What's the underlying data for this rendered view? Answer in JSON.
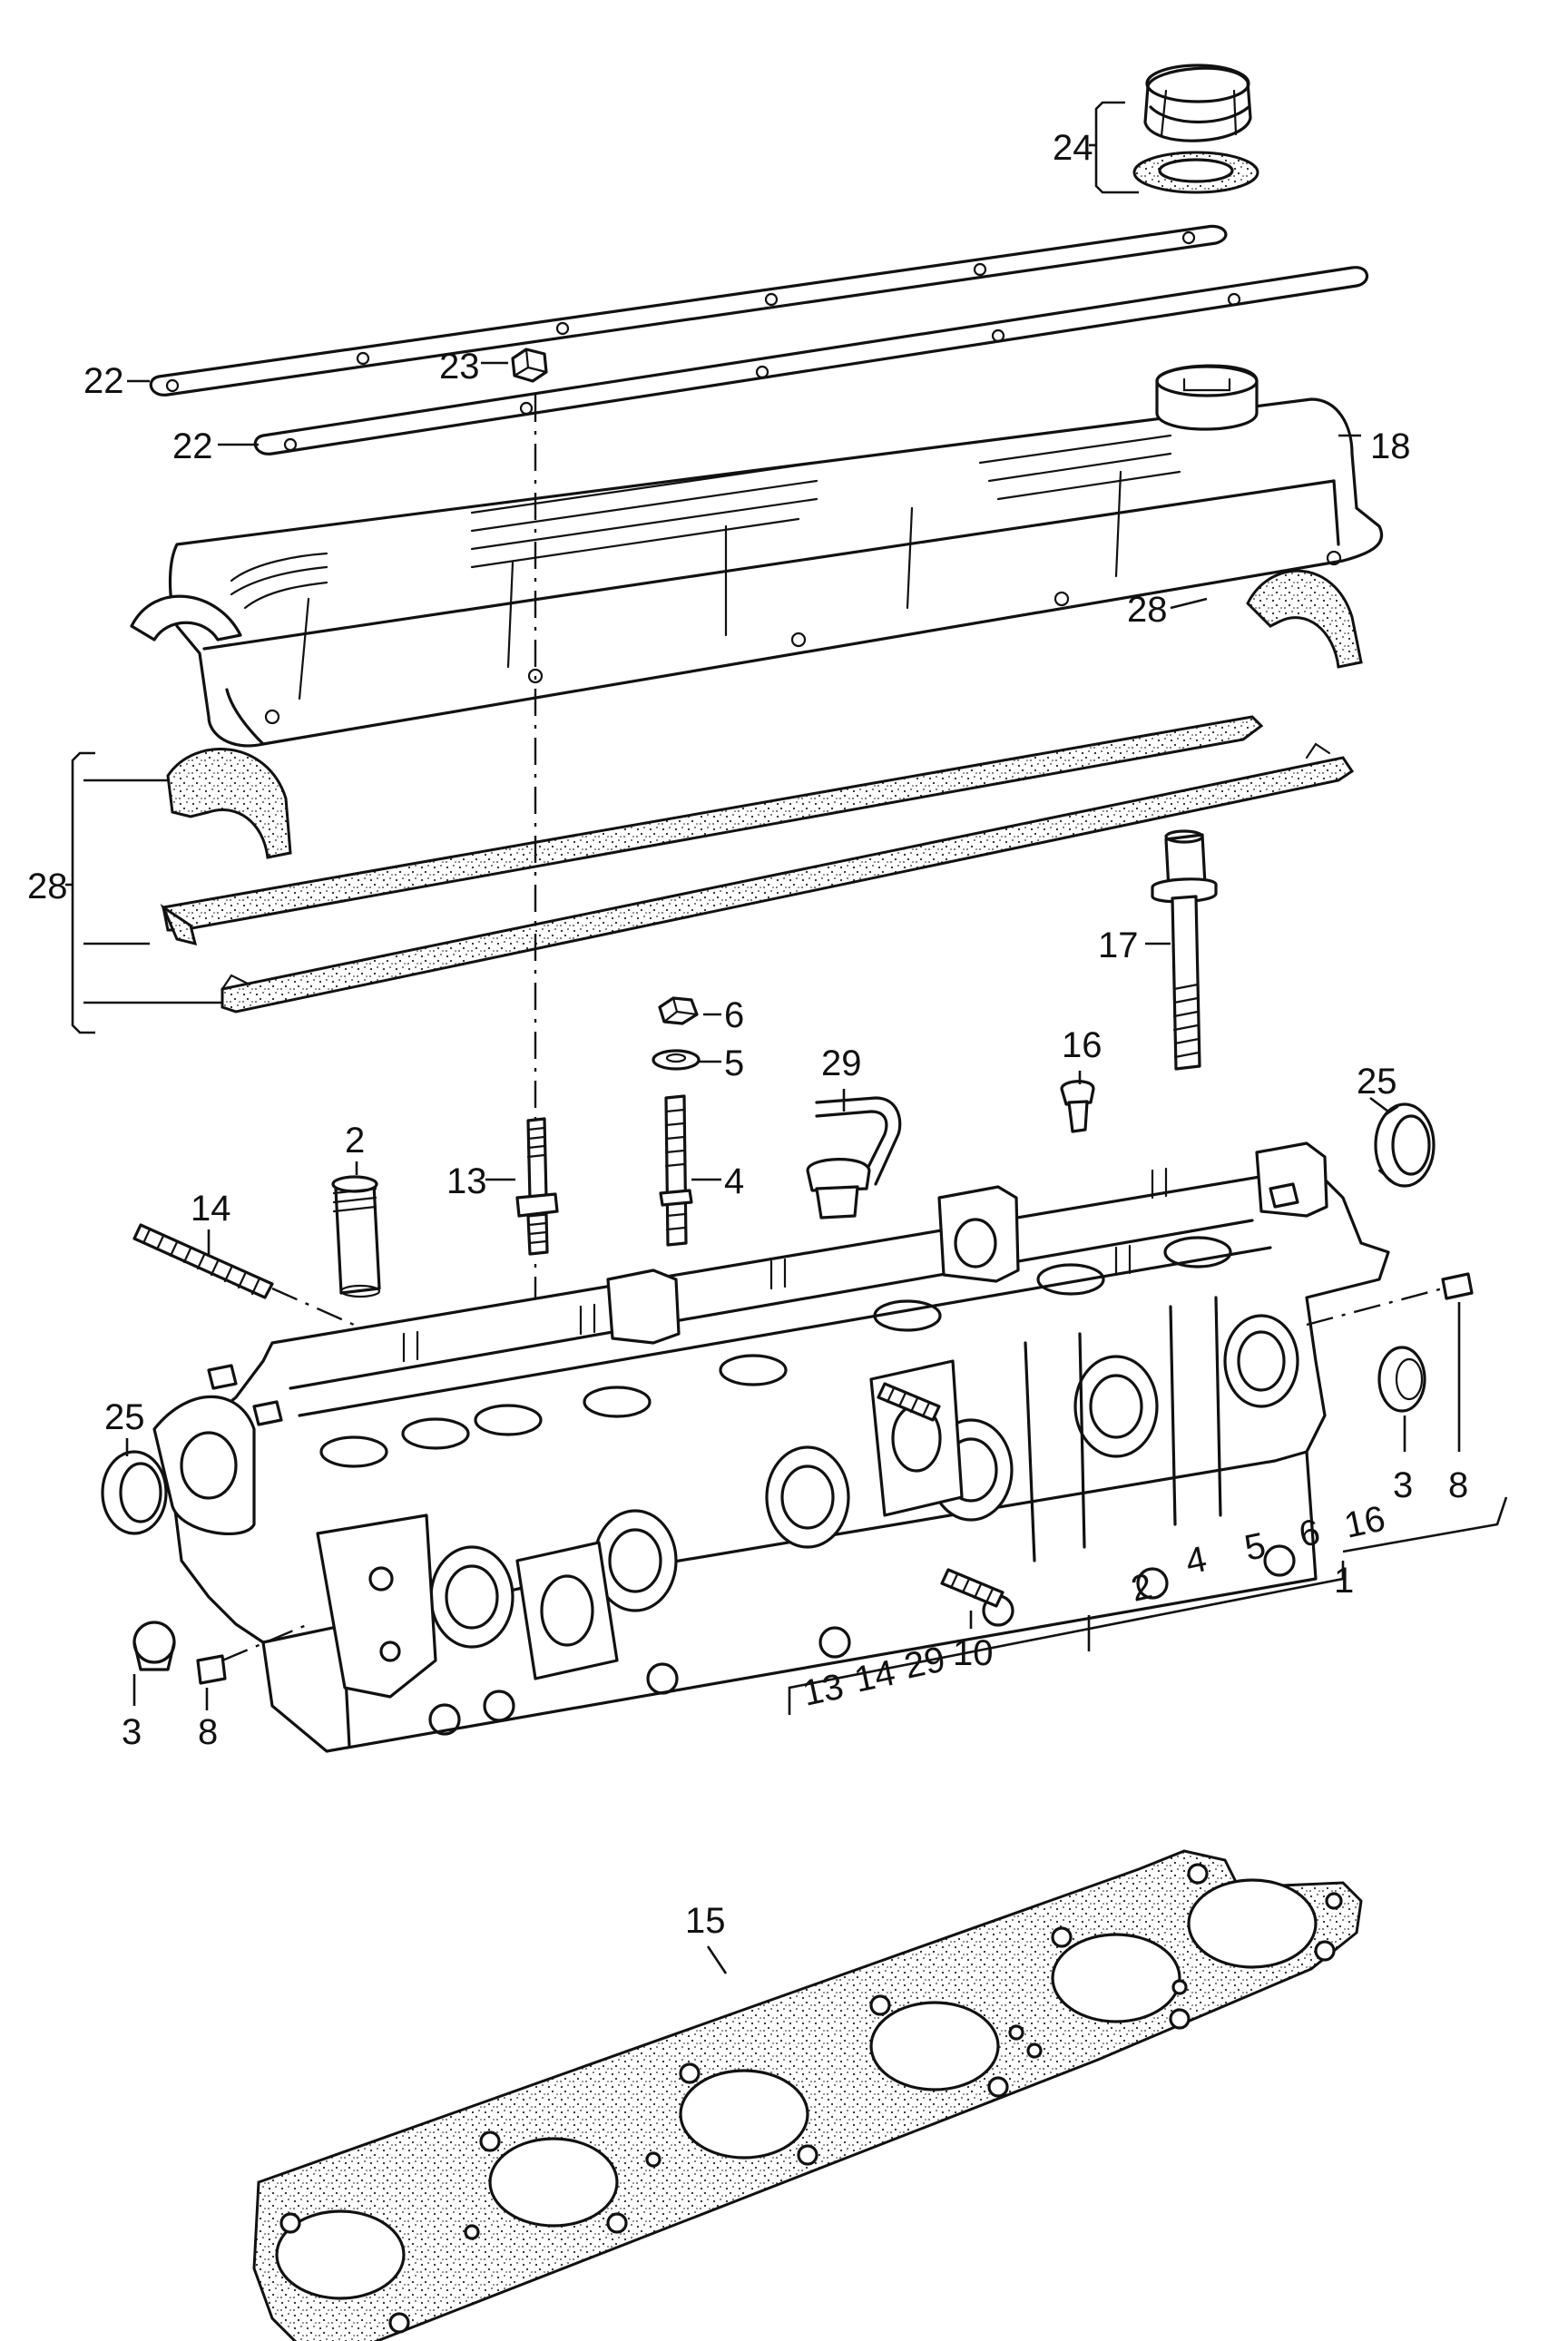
{
  "callouts": {
    "c24": "24",
    "c22a": "22",
    "c23": "23",
    "c22b": "22",
    "c18": "18",
    "c28a": "28",
    "c28b": "28",
    "c17": "17",
    "c6": "6",
    "c5": "5",
    "c29a": "29",
    "c16a": "16",
    "c25a": "25",
    "c2a": "2",
    "c13a": "13",
    "c4a": "4",
    "c14a": "14",
    "c25b": "25",
    "c3a": "3",
    "c8a": "8",
    "c3b": "3",
    "c8b": "8",
    "c10": "10",
    "c15": "15"
  },
  "group_1": {
    "label": "1",
    "items": [
      "2",
      "4",
      "5",
      "6",
      "16",
      "13",
      "14",
      "29",
      "10"
    ]
  }
}
